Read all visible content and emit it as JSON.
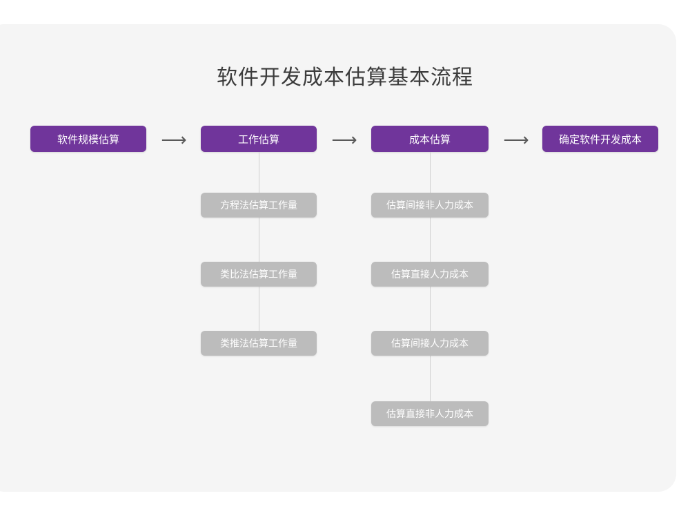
{
  "page": {
    "title": "软件开发成本估算基本流程",
    "background_color": "#ffffff",
    "card_color": "#f5f5f5"
  },
  "colors": {
    "primary": "#70359b",
    "secondary": "#bcbcbc",
    "title_text": "#3c3c3c",
    "node_text": "#ffffff",
    "arrow": "#5a5a5a",
    "connector": "#cfcfcf"
  },
  "flow": {
    "arrow_glyph": "⟶",
    "stages": [
      {
        "id": "stage-1",
        "label": "软件规模估算",
        "substeps": []
      },
      {
        "id": "stage-2",
        "label": "工作估算",
        "substeps": [
          "方程法估算工作量",
          "类比法估算工作量",
          "类推法估算工作量"
        ]
      },
      {
        "id": "stage-3",
        "label": "成本估算",
        "substeps": [
          "估算间接非人力成本",
          "估算直接人力成本",
          "估算间接人力成本",
          "估算直接非人力成本"
        ]
      },
      {
        "id": "stage-4",
        "label": "确定软件开发成本",
        "substeps": []
      }
    ],
    "arrows": [
      {
        "id": "arrow-1",
        "glyph": "⟶"
      },
      {
        "id": "arrow-2",
        "glyph": "⟶"
      },
      {
        "id": "arrow-3",
        "glyph": "⟶"
      }
    ]
  }
}
